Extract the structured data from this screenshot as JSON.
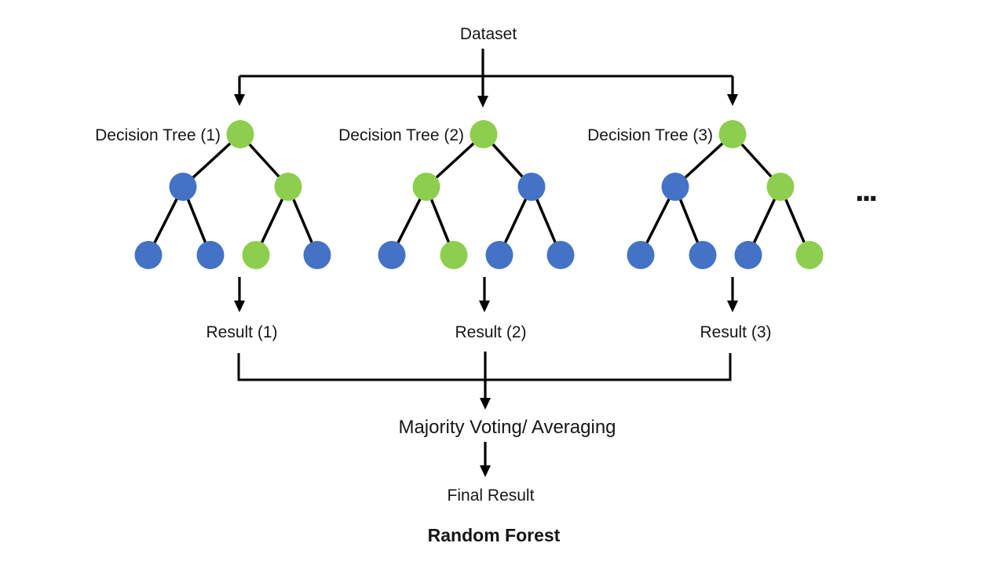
{
  "diagram": {
    "dataset_label": "Dataset",
    "ellipsis": "...",
    "majority_label": "Majority Voting/ Averaging",
    "final_label": "Final Result",
    "title": "Random Forest",
    "colors": {
      "green": "#8DCE4E",
      "blue": "#4472C4",
      "line": "#000000"
    },
    "trees": [
      {
        "label": "Decision Tree (1)",
        "result_label": "Result (1)",
        "nodes": {
          "root": "green",
          "children": [
            "blue",
            "green"
          ],
          "leaves": [
            "blue",
            "blue",
            "green",
            "blue"
          ]
        }
      },
      {
        "label": "Decision Tree (2)",
        "result_label": "Result (2)",
        "nodes": {
          "root": "green",
          "children": [
            "green",
            "blue"
          ],
          "leaves": [
            "blue",
            "green",
            "blue",
            "blue"
          ]
        }
      },
      {
        "label": "Decision Tree (3)",
        "result_label": "Result (3)",
        "nodes": {
          "root": "green",
          "children": [
            "blue",
            "green"
          ],
          "leaves": [
            "blue",
            "blue",
            "blue",
            "green"
          ]
        }
      }
    ]
  }
}
